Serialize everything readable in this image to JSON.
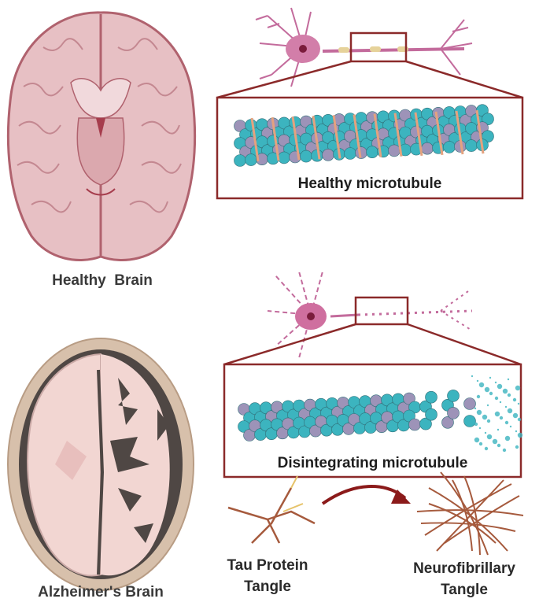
{
  "labels": {
    "healthy_microtubule": "Healthy microtubule",
    "healthy_brain": "Healthy  Brain",
    "disintegrating_microtubule": "Disintegrating microtubule",
    "alzheimers_brain": "Alzheimer's Brain",
    "tau_tangle_line1": "Tau Protein",
    "tau_tangle_line2": "Tangle",
    "nft_line1": "Neurofibrillary",
    "nft_line2": "Tangle"
  },
  "colors": {
    "frame": "#8b2a2a",
    "brain_pink": "#e7c0c4",
    "brain_outline": "#b0626e",
    "alz_tissue": "#f2d6d2",
    "alz_dark": "#4f4744",
    "alz_skull": "#d7c0ab",
    "neuron": "#c36b9c",
    "tubulin_teal": "#3cb4bf",
    "tubulin_purple": "#9d93b8",
    "tau_orange": "#e4a27f",
    "tangle_brown": "#a65a3d",
    "arrow": "#8b1a1a"
  }
}
